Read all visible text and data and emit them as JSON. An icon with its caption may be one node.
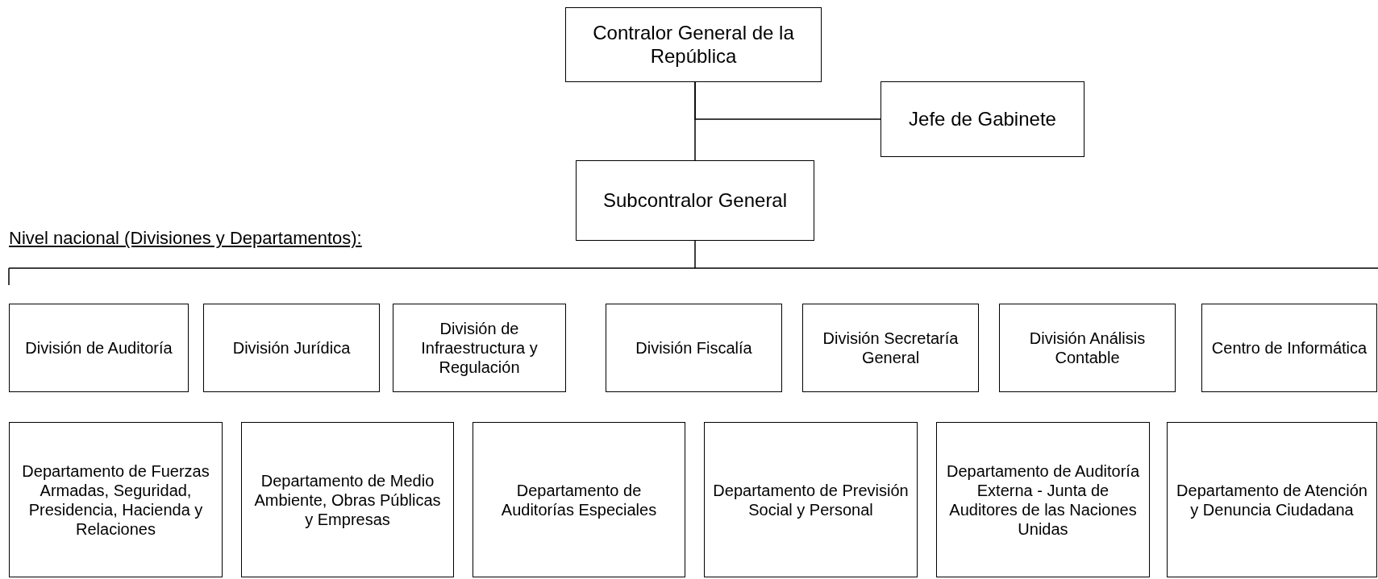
{
  "diagram": {
    "nodes": [
      {
        "text": [
          "Contralor General de la República"
        ]
      },
      {
        "text": [
          "Jefe de Gabinete"
        ]
      },
      {
        "text": [
          "Subcontralor General"
        ]
      },
      {
        "text": [
          "División de Auditoría"
        ]
      },
      {
        "text": [
          "División Jurídica"
        ]
      },
      {
        "text": [
          "División de Infraestructura y Regulación"
        ]
      },
      {
        "text": [
          "División Fiscalía"
        ]
      },
      {
        "text": [
          "División Secretaría General"
        ]
      },
      {
        "text": [
          "División Análisis Contable"
        ]
      },
      {
        "text": [
          "Centro de Informática"
        ]
      },
      {
        "text": [
          "Departamento de Fuerzas Armadas, Seguridad, Presidencia, Hacienda y Relaciones"
        ]
      },
      {
        "text": [
          "Departamento de Medio Ambiente, Obras Públicas y Empresas"
        ]
      },
      {
        "text": [
          "Departamento de Auditorías Especiales"
        ]
      },
      {
        "text": [
          "Departamento de Previsión Social y Personal"
        ]
      },
      {
        "text": [
          "Departamento de Auditoría Externa - Junta de Auditores de las Naciones Unidas"
        ]
      },
      {
        "text": [
          "Departamento de Atención y Denuncia Ciudadana"
        ]
      }
    ],
    "edges": [
      {
        "from": 0,
        "to": 2,
        "arrow": "none"
      },
      {
        "from": 1,
        "to": 0,
        "arrow": "none"
      },
      {
        "from": 2,
        "to": null,
        "arrow": "none"
      }
    ],
    "labels": [
      "Nivel nacional (Divisiones y Departamentos):"
    ]
  }
}
